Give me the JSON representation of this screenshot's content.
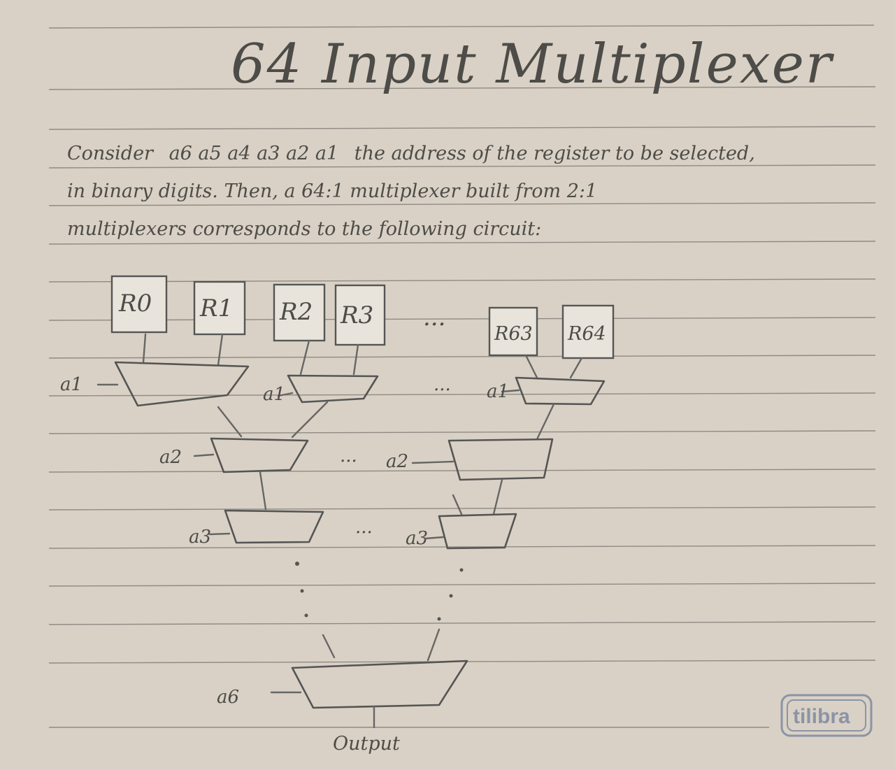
{
  "title": "64 Input Multiplexer",
  "paragraph": {
    "line1_prefix": "Consider",
    "line1_address": "a6 a5 a4 a3 a2 a1",
    "line1_suffix": "the address of the register to be selected,",
    "line2": "in binary digits. Then, a 64:1 multiplexer built from 2:1",
    "line3": "multiplexers corresponds to the following circuit:"
  },
  "registers": [
    "R0",
    "R1",
    "R2",
    "R3",
    "R63",
    "R64"
  ],
  "ellipsis": "...",
  "select_labels": {
    "level1_left": "a1",
    "level1_mid": "a1",
    "level1_right": "a1",
    "level2_left": "a2",
    "level2_right": "a2",
    "level3_left": "a3",
    "level3_right": "a3",
    "final": "a6"
  },
  "output_label": "Output",
  "brand": "tilibra"
}
